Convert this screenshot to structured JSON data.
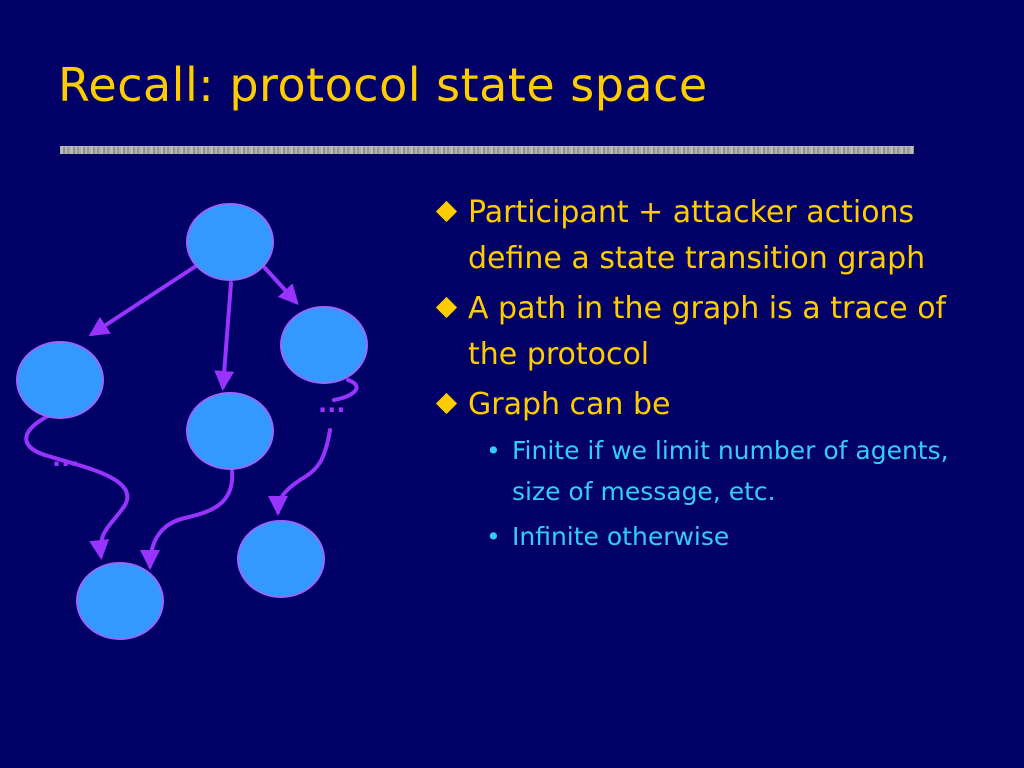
{
  "slide": {
    "title": "Recall: protocol state space",
    "background": "#000066",
    "title_color": "#ffcc00",
    "subbullet_color": "#33ccff"
  },
  "diagram": {
    "node_fill": "#3399ff",
    "node_stroke": "#9966ff",
    "edge_color": "#9933ff",
    "ellipsis_labels": [
      "...",
      "...",
      "..."
    ]
  },
  "bullets": [
    {
      "icon": "diamond-icon",
      "text": "Participant + attacker actions define a state transition graph"
    },
    {
      "icon": "diamond-icon",
      "text": "A path in the graph is a trace of the protocol"
    },
    {
      "icon": "diamond-icon",
      "text": "Graph can be",
      "subitems": [
        {
          "text": "Finite if we limit number of agents, size of message, etc."
        },
        {
          "text": "Infinite otherwise"
        }
      ]
    }
  ]
}
